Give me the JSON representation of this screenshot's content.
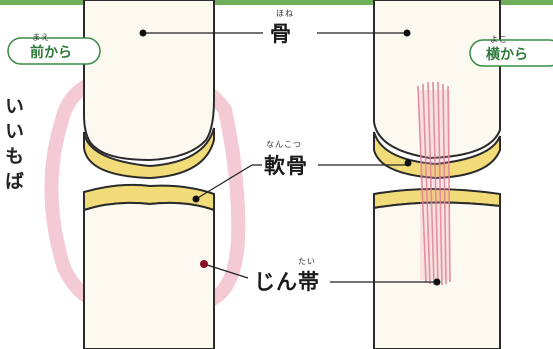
{
  "views": {
    "front": {
      "label": "前から",
      "ruby": "まえ"
    },
    "side": {
      "label": "横から",
      "ruby": "よこ"
    }
  },
  "labels": {
    "bone": {
      "text": "骨",
      "ruby": "ほね"
    },
    "cartilage": {
      "text": "軟骨",
      "ruby": "なんこつ"
    },
    "ligament": {
      "text": "じん帯",
      "ruby": "たい"
    }
  },
  "side_text": "いいもば",
  "colors": {
    "bone_fill": "#fbf9f0",
    "bone_outline": "#2a2a2a",
    "cartilage": "#f2dc7a",
    "capsule": "#eb9fb0",
    "ligament": "#e07a8e",
    "tag_border": "#3a8a45"
  }
}
